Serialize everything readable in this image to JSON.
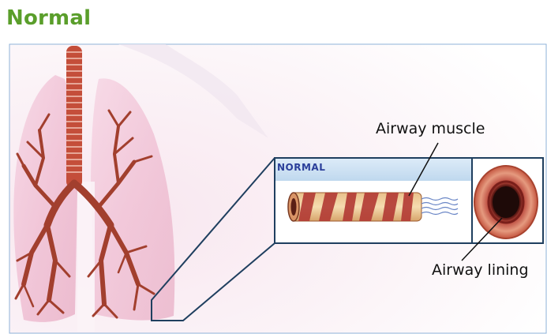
{
  "title": "Normal",
  "inset": {
    "header": "NORMAL"
  },
  "labels": {
    "airway_muscle": "Airway muscle",
    "airway_lining": "Airway lining"
  },
  "colors": {
    "title": "#5a9e2b",
    "frame_border": "#8fb3d8",
    "inset_border": "#1f3f5f",
    "inset_header_bg": "#cfe3f5",
    "inset_header_text": "#2b3f9a",
    "lung_tissue": "#f2c7d8",
    "bronchi": "#a23f2e",
    "trachea": "#c44e3a",
    "airway_muscle_band": "#b23a34",
    "airway_lining": "#7a1f1a"
  }
}
